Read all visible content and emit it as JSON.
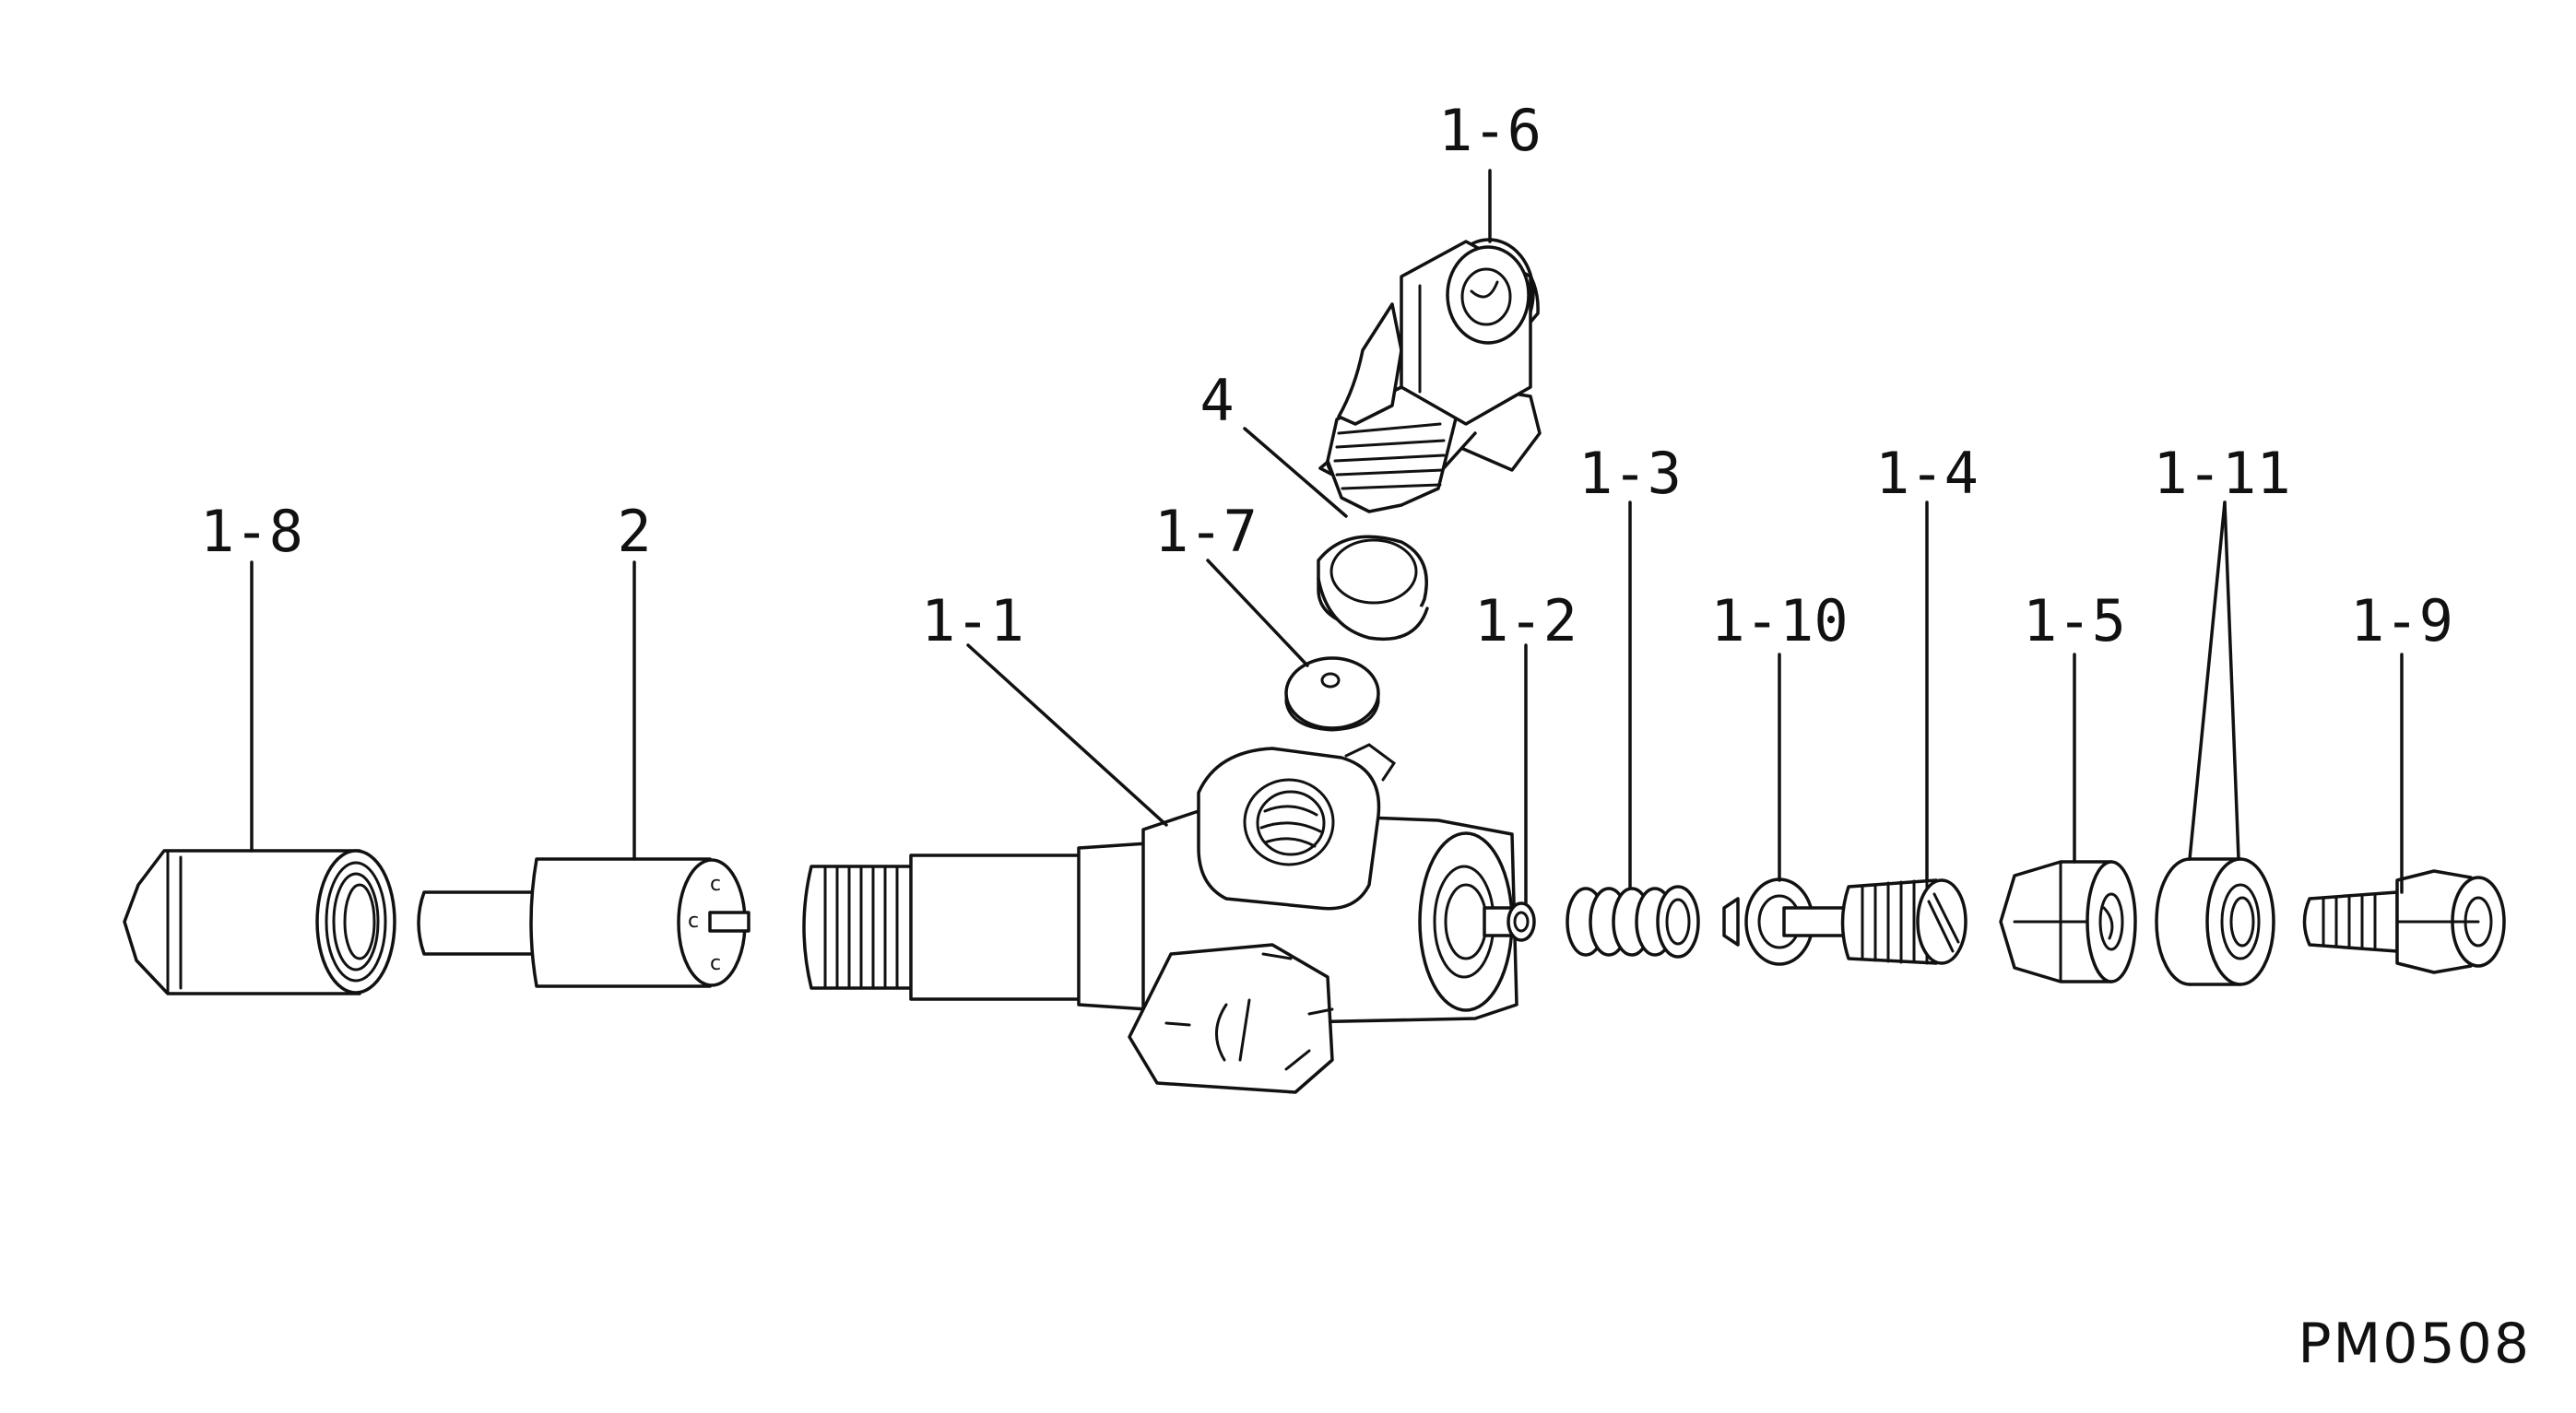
{
  "diagram": {
    "drawing_code": "PM0508",
    "callouts": {
      "c_1_8": "1-8",
      "c_2": "2",
      "c_1_1": "1-1",
      "c_1_7": "1-7",
      "c_4": "4",
      "c_1_6": "1-6",
      "c_1_2": "1-2",
      "c_1_3": "1-3",
      "c_1_10": "1-10",
      "c_1_4": "1-4",
      "c_1_5": "1-5",
      "c_1_11": "1-11",
      "c_1_9": "1-9"
    }
  }
}
